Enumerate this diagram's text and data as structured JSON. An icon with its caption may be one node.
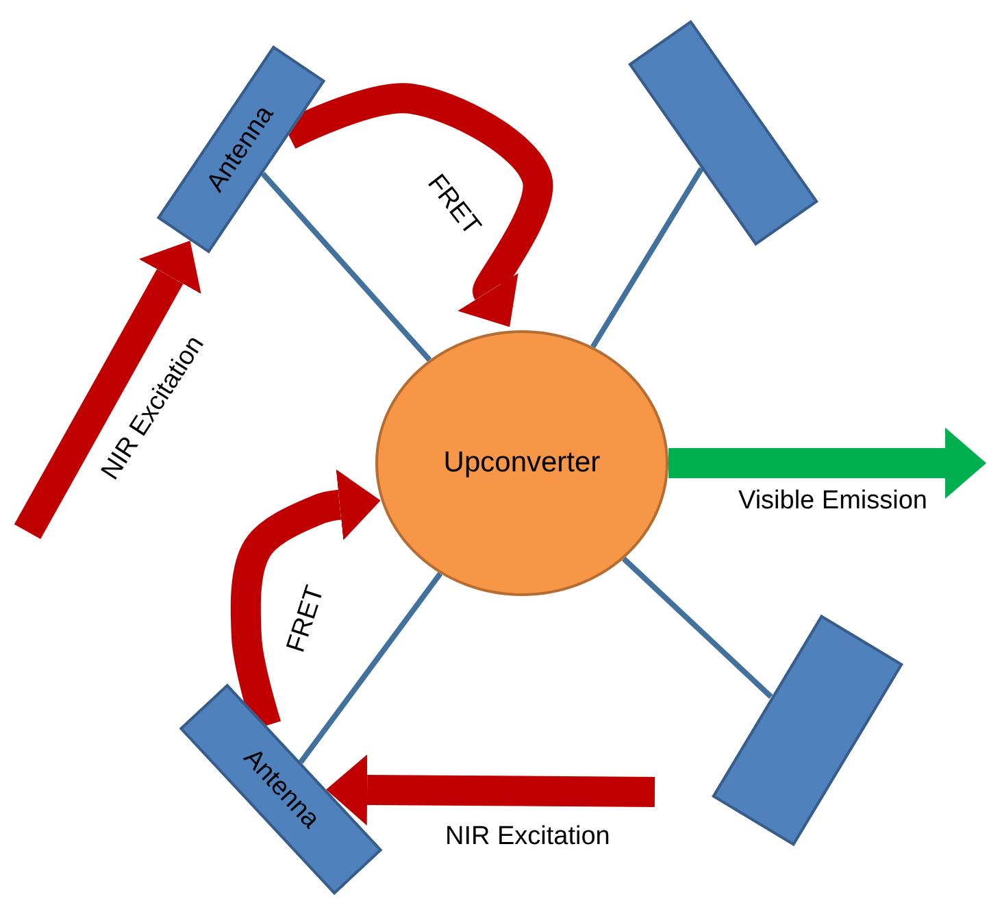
{
  "diagram": {
    "nodes": [
      {
        "text": [
          "Antenna"
        ]
      },
      {
        "text": [],
        "shape": "box"
      },
      {
        "text": [
          "Upconverter"
        ]
      },
      {
        "text": [
          "Antenna"
        ]
      },
      {
        "text": [],
        "shape": "box"
      }
    ],
    "edges": [
      {
        "from": 0,
        "to": 2,
        "arrow": "none",
        "color": "#41719c"
      },
      {
        "from": 1,
        "to": 2,
        "arrow": "none",
        "color": "#41719c"
      },
      {
        "from": 3,
        "to": 2,
        "arrow": "none",
        "color": "#41719c"
      },
      {
        "from": 4,
        "to": 2,
        "arrow": "none",
        "color": "#41719c"
      },
      {
        "from": null,
        "to": 0,
        "arrow": "to",
        "label": "NIR Excitation",
        "color": "#c00000"
      },
      {
        "from": 0,
        "to": 2,
        "arrow": "to",
        "label": "FRET",
        "color": "#c00000"
      },
      {
        "from": 3,
        "to": 2,
        "arrow": "to",
        "label": "FRET",
        "color": "#c00000"
      },
      {
        "from": null,
        "to": 3,
        "arrow": "to",
        "label": "NIR Excitation",
        "color": "#c00000"
      },
      {
        "from": 2,
        "to": null,
        "arrow": "to",
        "label": "Visible Emission",
        "color": "#00b050"
      }
    ]
  }
}
